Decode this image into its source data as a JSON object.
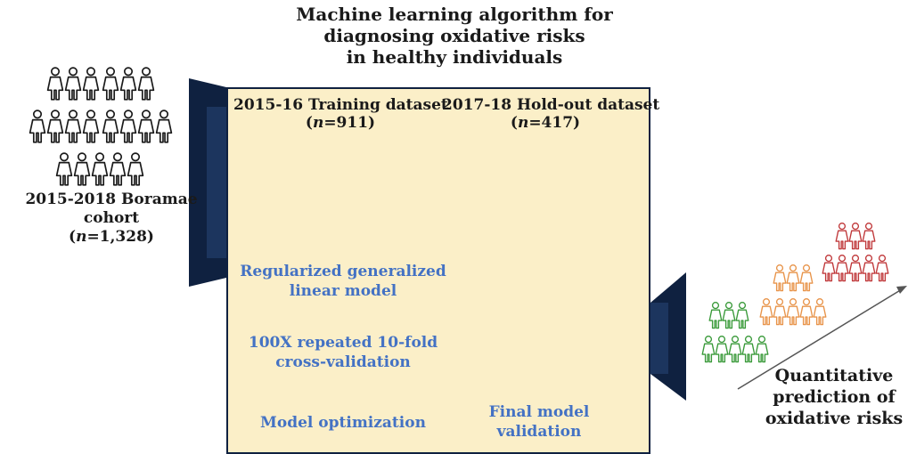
{
  "title": [
    "Machine learning algorithm for",
    "diagnosing oxidative risks",
    "in healthy individuals"
  ],
  "cohort": {
    "label": "2015-2018 Boramae cohort",
    "n_label": "n",
    "n_value": "=1,328"
  },
  "training": {
    "label": "2015-16 Training dataset",
    "n_label": "n",
    "n_value": "=911"
  },
  "holdout": {
    "label": "2017-18 Hold-out dataset",
    "n_label": "n",
    "n_value": "=417"
  },
  "steps": {
    "glm": [
      "Regularized generalized",
      "linear model"
    ],
    "cv": [
      "100X repeated 10-fold",
      "cross-validation"
    ],
    "opt": "Model optimization",
    "final": [
      "Final model",
      "validation"
    ]
  },
  "prediction": [
    "Quantitative",
    "prediction of",
    "oxidative risks"
  ],
  "colors": {
    "arrow": "#4472c4",
    "box_fill": "#fbefc8",
    "box_border": "#0f2140",
    "speaker": "#0f2140",
    "people_low": "#3a9a3a",
    "people_mid": "#e8944a",
    "people_high": "#c0393b",
    "icon_red": "#d93a3a",
    "icon_yellow": "#f2b82e",
    "icon_green": "#2ea04a",
    "icon_orange": "#e8823a",
    "icon_purple": "#9a72c8",
    "icon_blue": "#2f8fd8",
    "icon_gray": "#6d6d6d"
  },
  "icons": [
    "scale-icon",
    "notepad-icon",
    "plate-icon",
    "lab-tubes-icon",
    "clipboard-icon",
    "running-icon",
    "cigarette-icon"
  ]
}
